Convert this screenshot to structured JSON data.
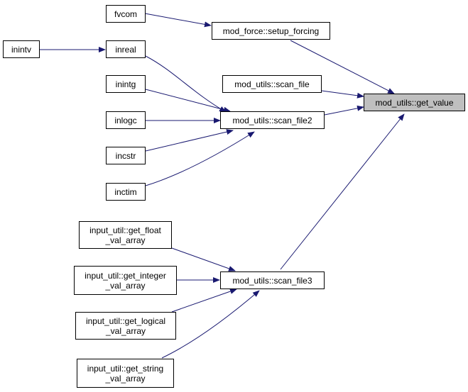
{
  "graph": {
    "nodes": {
      "get_value": "mod_utils::get_value",
      "setup_forcing": "mod_force::setup_forcing",
      "fvcom": "fvcom",
      "inreal": "inreal",
      "inintv": "inintv",
      "scan_file": "mod_utils::scan_file",
      "scan_file2": "mod_utils::scan_file2",
      "inintg": "inintg",
      "inlogc": "inlogc",
      "incstr": "incstr",
      "inctim": "inctim",
      "get_float": "input_util::get_float\n_val_array",
      "get_integer": "input_util::get_integer\n_val_array",
      "scan_file3": "mod_utils::scan_file3",
      "get_logical": "input_util::get_logical\n_val_array",
      "get_string": "input_util::get_string\n_val_array"
    },
    "edge_color": "#191970",
    "root_fill": "#bfbfbf"
  }
}
